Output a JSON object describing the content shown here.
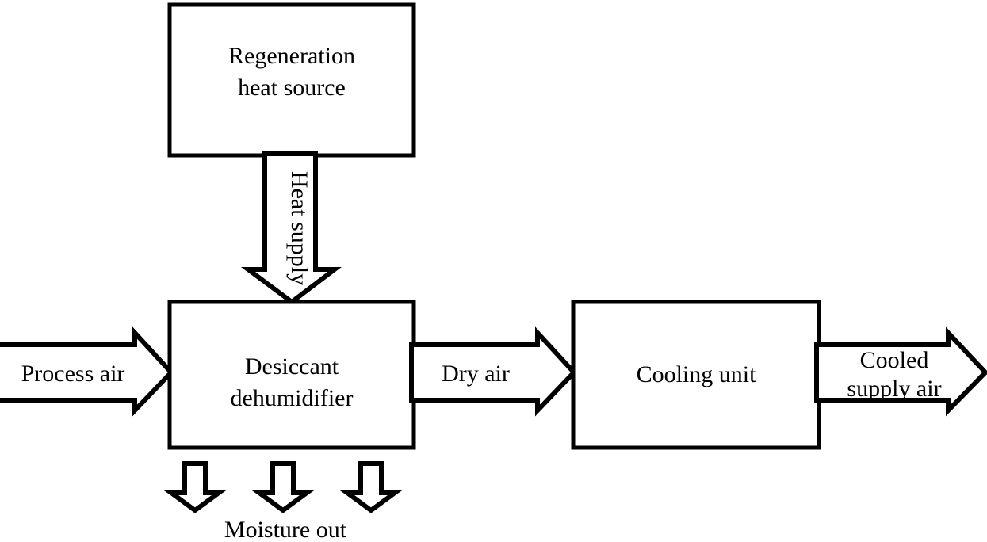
{
  "diagram": {
    "title": "Desiccant dehumidification with cooling - process flow diagram",
    "colors": {
      "stroke": "#000000",
      "fill": "#ffffff",
      "text": "#000000"
    },
    "boxes": {
      "regeneration_heat_source": {
        "label_line1": "Regeneration",
        "label_line2": "heat source"
      },
      "desiccant_dehumidifier": {
        "label_line1": "Desiccant",
        "label_line2": "dehumidifier"
      },
      "cooling_unit": {
        "label_line1": "Cooling unit"
      }
    },
    "arrows": {
      "heat_supply": {
        "label": "Heat supply",
        "direction": "down",
        "rotation_deg": 90
      },
      "process_air": {
        "label": "Process air",
        "direction": "right"
      },
      "dry_air": {
        "label": "Dry air",
        "direction": "right"
      },
      "cooled_supply_air": {
        "label_line1": "Cooled",
        "label_line2": "supply air",
        "direction": "right"
      },
      "moisture_out": {
        "label": "Moisture out",
        "direction": "down",
        "count": 3
      }
    }
  }
}
